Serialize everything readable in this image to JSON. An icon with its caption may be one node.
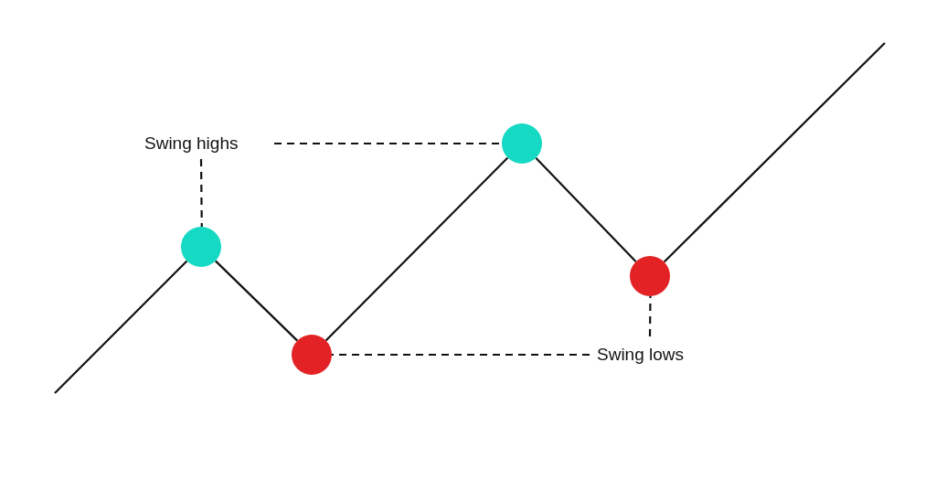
{
  "diagram": {
    "nodes": [
      {
        "text": [
          "Swing highs"
        ]
      },
      {
        "text": [],
        "shape": "circle"
      },
      {
        "text": [],
        "shape": "circle"
      },
      {
        "text": [],
        "shape": "circle"
      },
      {
        "text": [],
        "shape": "circle"
      },
      {
        "text": [
          "Swing lows"
        ]
      }
    ],
    "edges": [
      {
        "from": null,
        "to": 1,
        "arrow": "none"
      },
      {
        "from": 1,
        "to": 2,
        "arrow": "none"
      },
      {
        "from": 2,
        "to": 3,
        "arrow": "none"
      },
      {
        "from": 3,
        "to": 4,
        "arrow": "none"
      },
      {
        "from": 4,
        "to": null,
        "arrow": "none"
      },
      {
        "from": 0,
        "to": 1,
        "arrow": "none",
        "style": "dashed"
      },
      {
        "from": 0,
        "to": 3,
        "arrow": "none",
        "style": "dashed"
      },
      {
        "from": 5,
        "to": 2,
        "arrow": "none",
        "style": "dashed"
      },
      {
        "from": 5,
        "to": 4,
        "arrow": "none",
        "style": "dashed"
      }
    ]
  }
}
